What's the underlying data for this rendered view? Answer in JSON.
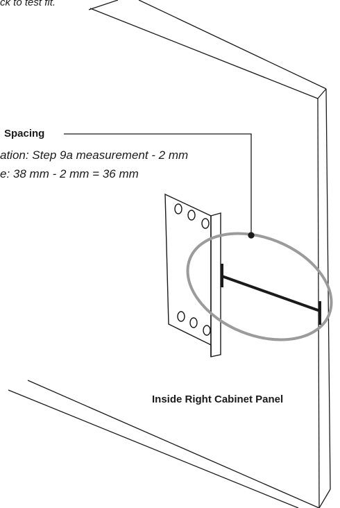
{
  "diagram": {
    "top_note": "ck to test fit.",
    "callout": {
      "heading": "Spacing",
      "line1": "ation: Step 9a measurement - 2 mm",
      "line2": "e: 38 mm - 2 mm = 36 mm"
    },
    "panel_label": "Inside Right Cabinet Panel"
  },
  "colors": {
    "line": "#1a1a1a",
    "highlight_circle": "#9b9b9b",
    "background": "#ffffff"
  }
}
